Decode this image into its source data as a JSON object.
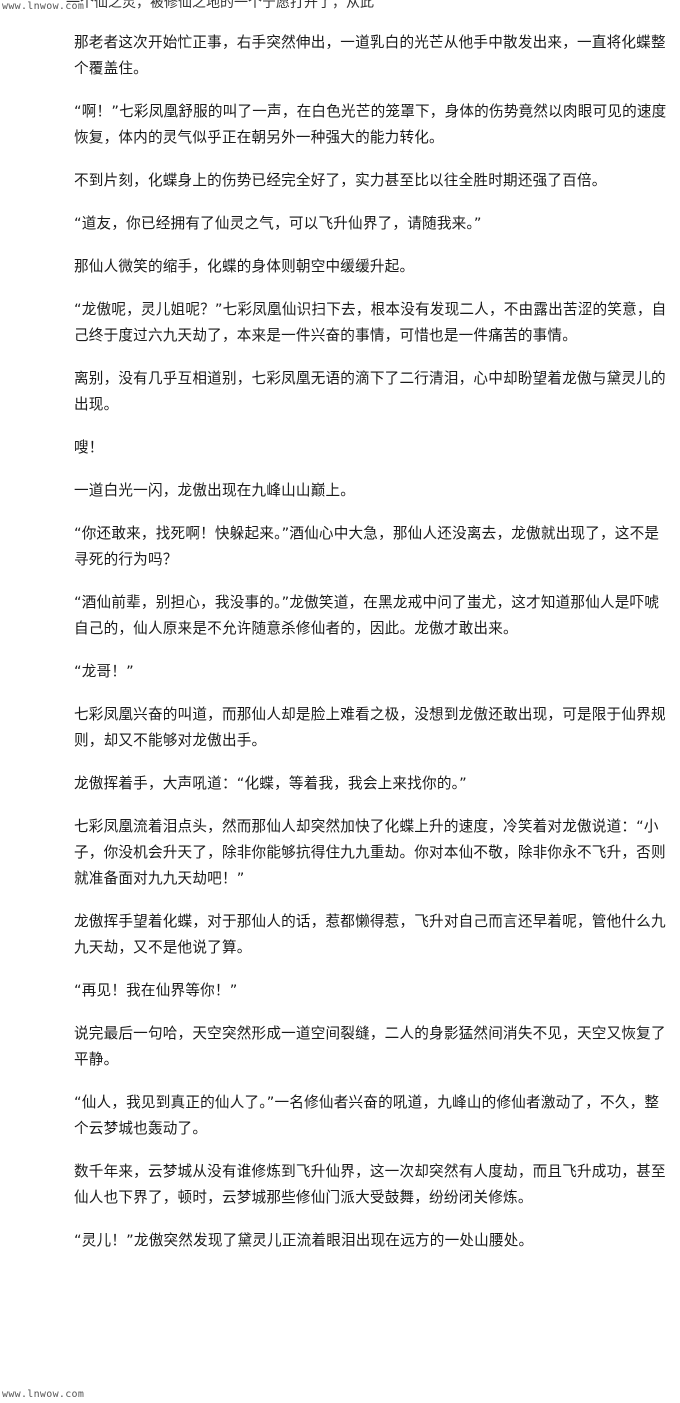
{
  "watermark": "www.lnwow.com",
  "top_fragment": "一个仙之灵，被修仙之地的一个宁愿打开了，从此",
  "paragraphs": [
    "那老者这次开始忙正事，右手突然伸出，一道乳白的光芒从他手中散发出来，一直将化蝶整个覆盖住。",
    "“啊！”七彩凤凰舒服的叫了一声，在白色光芒的笼罩下，身体的伤势竟然以肉眼可见的速度恢复，体内的灵气似乎正在朝另外一种强大的能力转化。",
    "不到片刻，化蝶身上的伤势已经完全好了，实力甚至比以往全胜时期还强了百倍。",
    "“道友，你已经拥有了仙灵之气，可以飞升仙界了，请随我来。”",
    "那仙人微笑的缩手，化蝶的身体则朝空中缓缓升起。",
    "“龙傲呢，灵儿姐呢？”七彩凤凰仙识扫下去，根本没有发现二人，不由露出苦涩的笑意，自己终于度过六九天劫了，本来是一件兴奋的事情，可惜也是一件痛苦的事情。",
    "离别，没有几乎互相道别，七彩凤凰无语的滴下了二行清泪，心中却盼望着龙傲与黛灵儿的出现。",
    "嗖！",
    "一道白光一闪，龙傲出现在九峰山山巅上。",
    "“你还敢来，找死啊！快躲起来。”酒仙心中大急，那仙人还没离去，龙傲就出现了，这不是寻死的行为吗？",
    "“酒仙前辈，别担心，我没事的。”龙傲笑道，在黑龙戒中问了蚩尤，这才知道那仙人是吓唬自己的，仙人原来是不允许随意杀修仙者的，因此。龙傲才敢出来。",
    "“龙哥！”",
    "七彩凤凰兴奋的叫道，而那仙人却是脸上难看之极，没想到龙傲还敢出现，可是限于仙界规则，却又不能够对龙傲出手。",
    "龙傲挥着手，大声吼道：“化蝶，等着我，我会上来找你的。”",
    "七彩凤凰流着泪点头，然而那仙人却突然加快了化蝶上升的速度，冷笑着对龙傲说道：“小子，你没机会升天了，除非你能够抗得住九九重劫。你对本仙不敬，除非你永不飞升，否则就准备面对九九天劫吧！”",
    "龙傲挥手望着化蝶，对于那仙人的话，惹都懒得惹，飞升对自己而言还早着呢，管他什么九九天劫，又不是他说了算。",
    "“再见！我在仙界等你！”",
    "说完最后一句哈，天空突然形成一道空间裂缝，二人的身影猛然间消失不见，天空又恢复了平静。",
    "“仙人，我见到真正的仙人了。”一名修仙者兴奋的吼道，九峰山的修仙者激动了，不久，整个云梦城也轰动了。",
    "数千年来，云梦城从没有谁修炼到飞升仙界，这一次却突然有人度劫，而且飞升成功，甚至仙人也下界了，顿时，云梦城那些修仙门派大受鼓舞，纷纷闭关修炼。",
    "“灵儿！”龙傲突然发现了黛灵儿正流着眼泪出现在远方的一处山腰处。"
  ]
}
